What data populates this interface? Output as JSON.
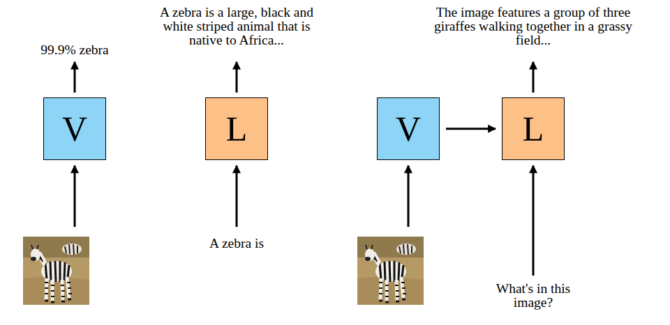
{
  "diagram": {
    "nodes": [
      {
        "text": [
          "V"
        ]
      },
      {
        "text": [
          "L"
        ]
      },
      {
        "text": [
          "V"
        ]
      },
      {
        "text": [
          "L"
        ]
      }
    ],
    "edges": [
      {
        "from": 2,
        "to": 3,
        "arrow": "to"
      }
    ],
    "labels": [
      "99.9% zebra",
      "A zebra is a large, black and white striped animal that is native to Africa...",
      "A zebra is",
      "The image features a group of three giraffes walking together in a grassy field...",
      "What's in this image?"
    ]
  }
}
